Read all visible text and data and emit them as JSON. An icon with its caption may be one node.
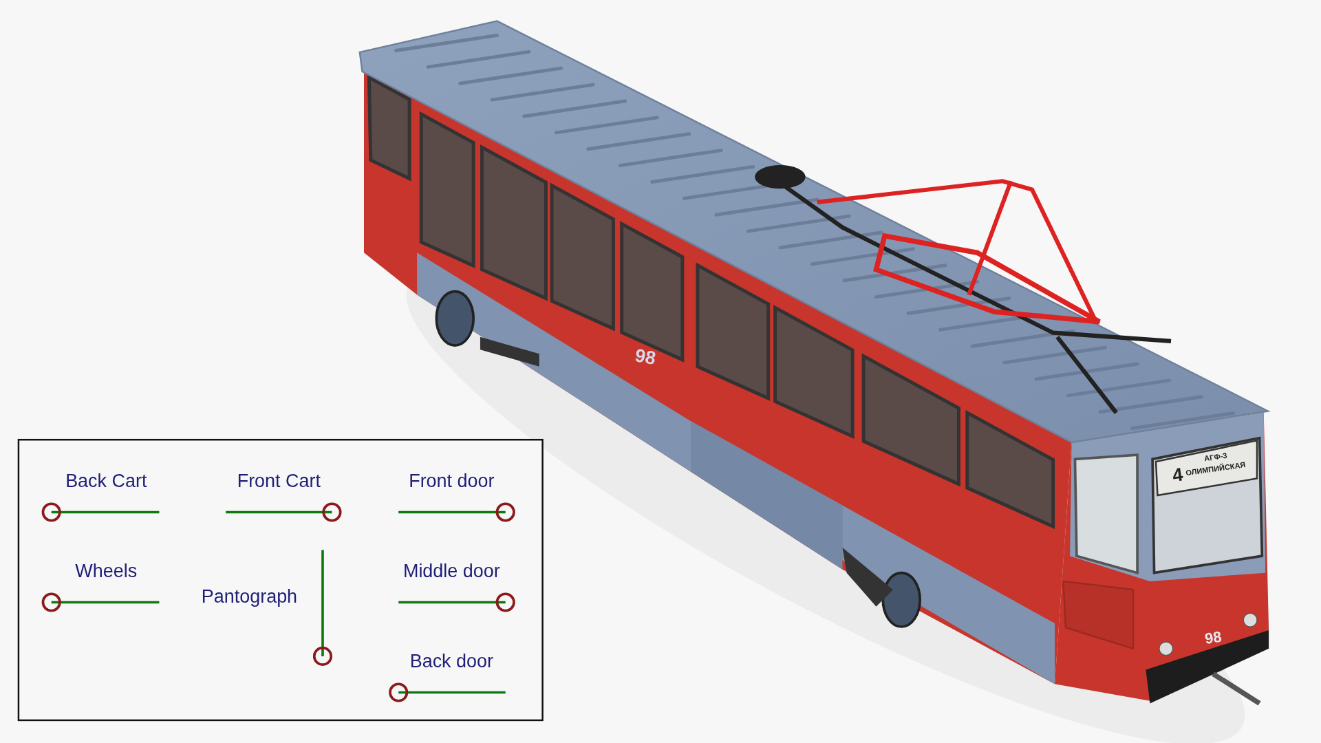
{
  "diagram": {
    "labels": [
      "Back Cart",
      "Front Cart",
      "Front door",
      "Wheels",
      "Pantograph",
      "Middle door",
      "Back door",
      "98",
      "4",
      "АГФ-3",
      "ОЛИМПИЙСКАЯ",
      "98"
    ]
  }
}
